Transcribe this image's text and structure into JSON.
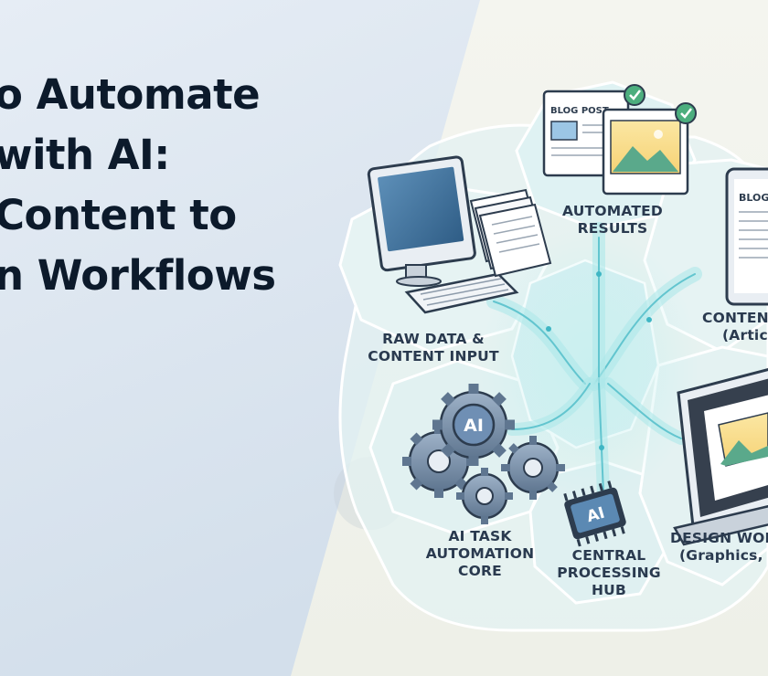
{
  "title": {
    "lines": [
      "o Automate",
      "with AI:",
      "Content to",
      "n Workflows"
    ]
  },
  "nodes": {
    "raw_input": {
      "line1": "RAW DATA &",
      "line2": "CONTENT INPUT"
    },
    "results": {
      "line1": "AUTOMATED",
      "line2": "RESULTS",
      "card_label": "BLOG POST"
    },
    "content": {
      "line1": "CONTENT",
      "line2": "(Artic",
      "page_label": "BLOG"
    },
    "core": {
      "line1": "AI TASK",
      "line2": "AUTOMATION",
      "line3": "CORE",
      "badge": "AI"
    },
    "hub": {
      "line1": "CENTRAL",
      "line2": "PROCESSING",
      "line3": "HUB",
      "chip": "AI"
    },
    "design": {
      "line1": "DESIGN WOR",
      "line2": "(Graphics, U"
    }
  },
  "colors": {
    "title": "#0c1a2b",
    "label": "#2a3a4f",
    "left_panel": "#dde7f1",
    "glow": "#9fe2e6",
    "check": "#4cae7e"
  }
}
